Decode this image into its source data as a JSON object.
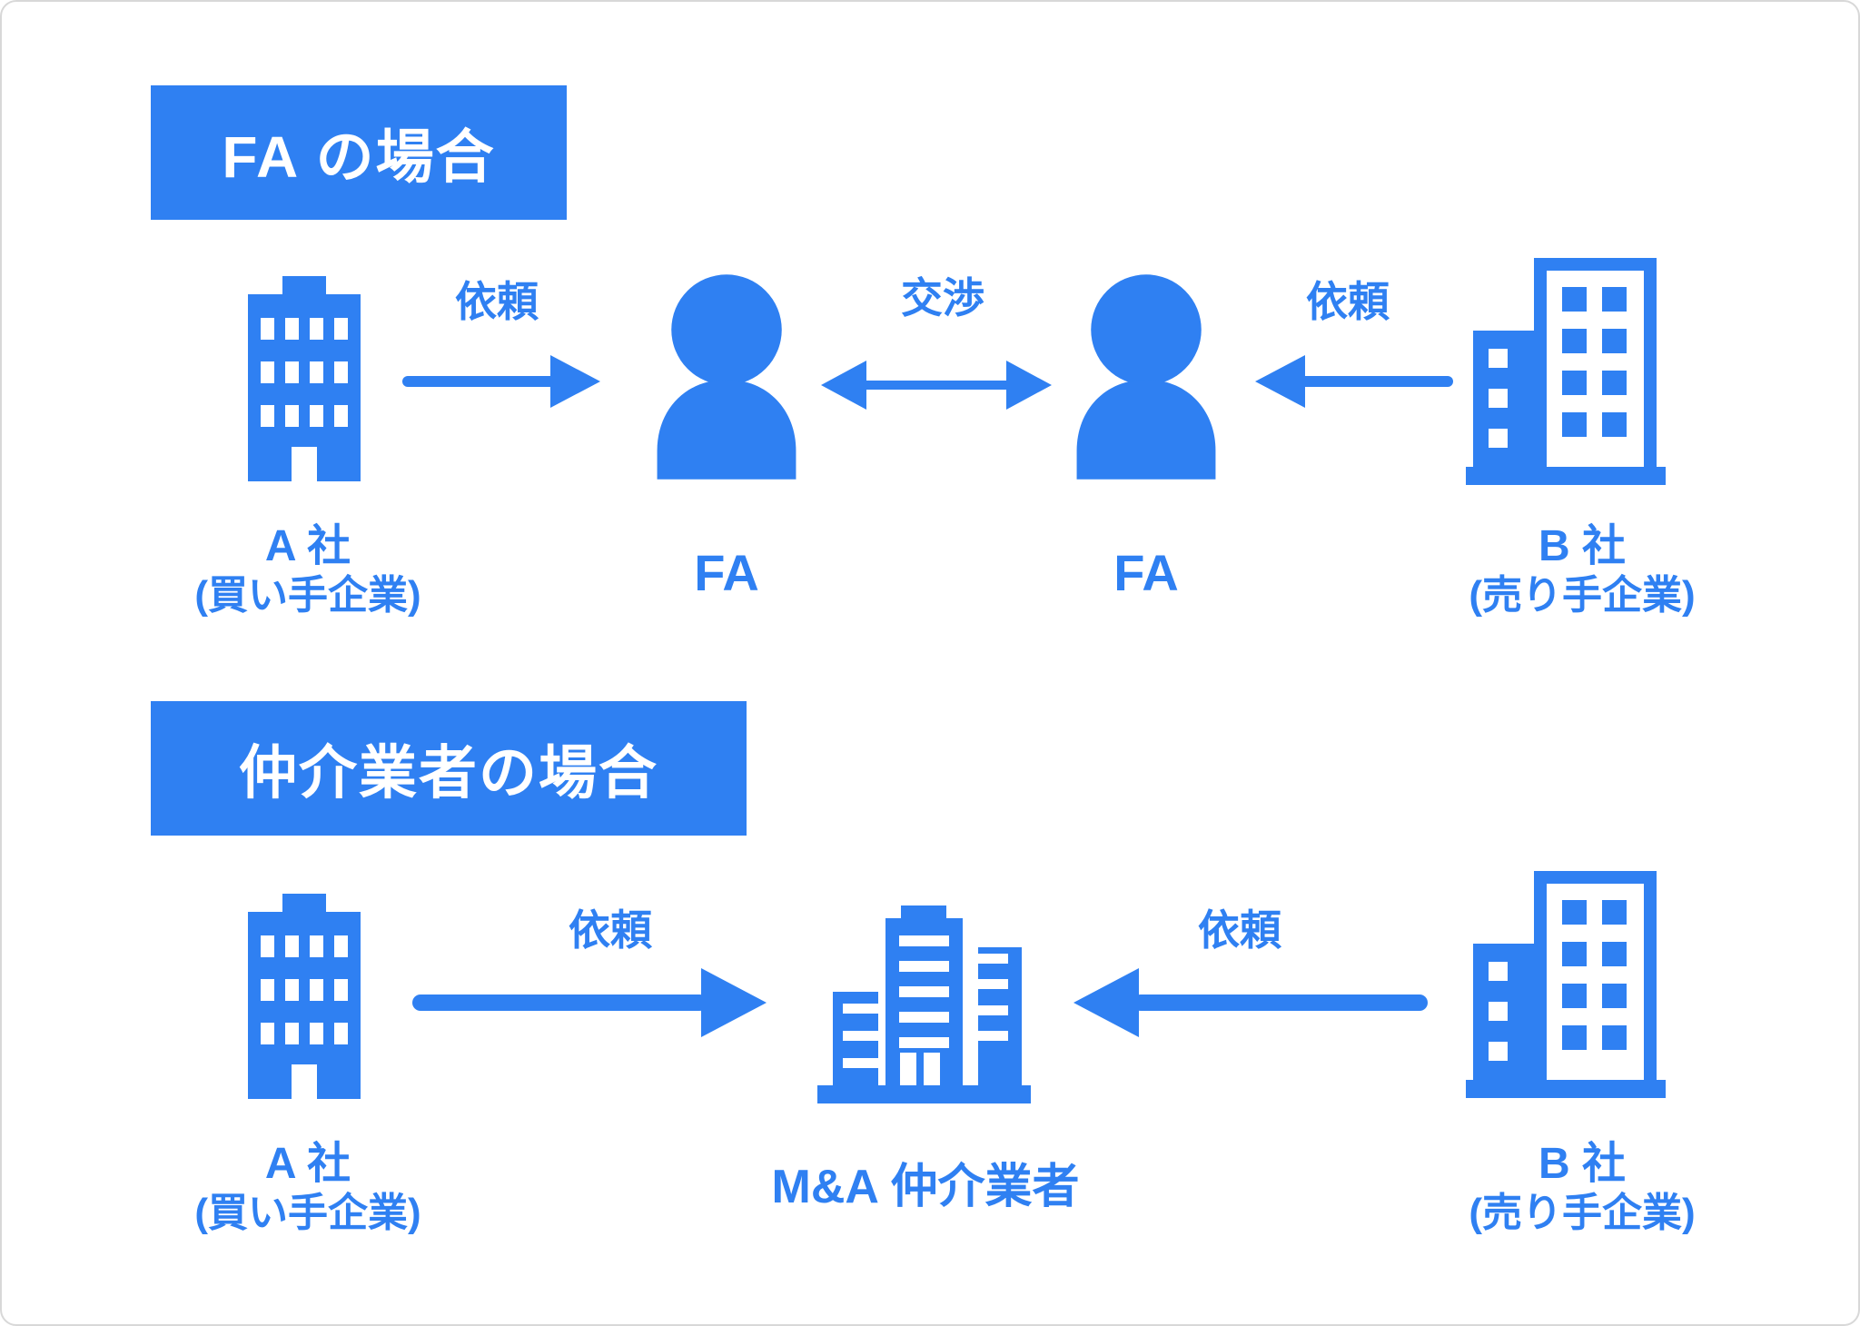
{
  "colors": {
    "accent": "#2F80F2",
    "text_on_accent": "#FFFFFF",
    "canvas_background": "#FFFFFF",
    "canvas_border": "#D8D8D8"
  },
  "icons": {
    "company_a": "building-solid-icon",
    "company_b": "building-outline-icon",
    "fa_advisor": "person-icon",
    "broker": "buildings-cluster-icon",
    "request_right": "arrow-right-icon",
    "request_left": "arrow-left-icon",
    "negotiation": "arrow-both-icon"
  },
  "fa_section": {
    "title": "FA の場合",
    "company_a": {
      "name": "A 社",
      "role": "(買い手企業)"
    },
    "arrow_request_left": {
      "label": "依頼"
    },
    "fa_left": {
      "label": "FA"
    },
    "arrow_negotiation": {
      "label": "交渉"
    },
    "fa_right": {
      "label": "FA"
    },
    "arrow_request_right": {
      "label": "依頼"
    },
    "company_b": {
      "name": "B 社",
      "role": "(売り手企業)"
    }
  },
  "broker_section": {
    "title": "仲介業者の場合",
    "company_a": {
      "name": "A 社",
      "role": "(買い手企業)"
    },
    "arrow_request_left": {
      "label": "依頼"
    },
    "broker": {
      "label": "M&A 仲介業者"
    },
    "arrow_request_right": {
      "label": "依頼"
    },
    "company_b": {
      "name": "B 社",
      "role": "(売り手企業)"
    }
  }
}
